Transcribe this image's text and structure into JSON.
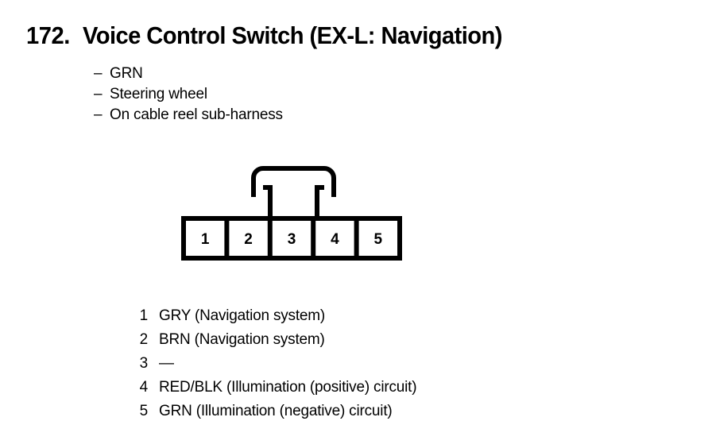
{
  "header": {
    "item_number": "172.",
    "title": "Voice Control Switch (EX-L: Navigation)"
  },
  "attributes": {
    "dash": "–",
    "items": [
      {
        "label": "GRN"
      },
      {
        "label": "Steering wheel"
      },
      {
        "label": "On cable reel sub-harness"
      }
    ]
  },
  "connector": {
    "name": "5-pin connector view",
    "latch_name": "connector-latch-tab",
    "cells": [
      {
        "number": "1"
      },
      {
        "number": "2"
      },
      {
        "number": "3"
      },
      {
        "number": "4"
      },
      {
        "number": "5"
      }
    ]
  },
  "pin_legend": [
    {
      "number": "1",
      "description": "GRY (Navigation system)"
    },
    {
      "number": "2",
      "description": "BRN (Navigation system)"
    },
    {
      "number": "3",
      "description": "—"
    },
    {
      "number": "4",
      "description": "RED/BLK (Illumination (positive) circuit)"
    },
    {
      "number": "5",
      "description": "GRN (Illumination (negative) circuit)"
    }
  ],
  "colors": {
    "ink": "#000000",
    "background": "#ffffff"
  }
}
